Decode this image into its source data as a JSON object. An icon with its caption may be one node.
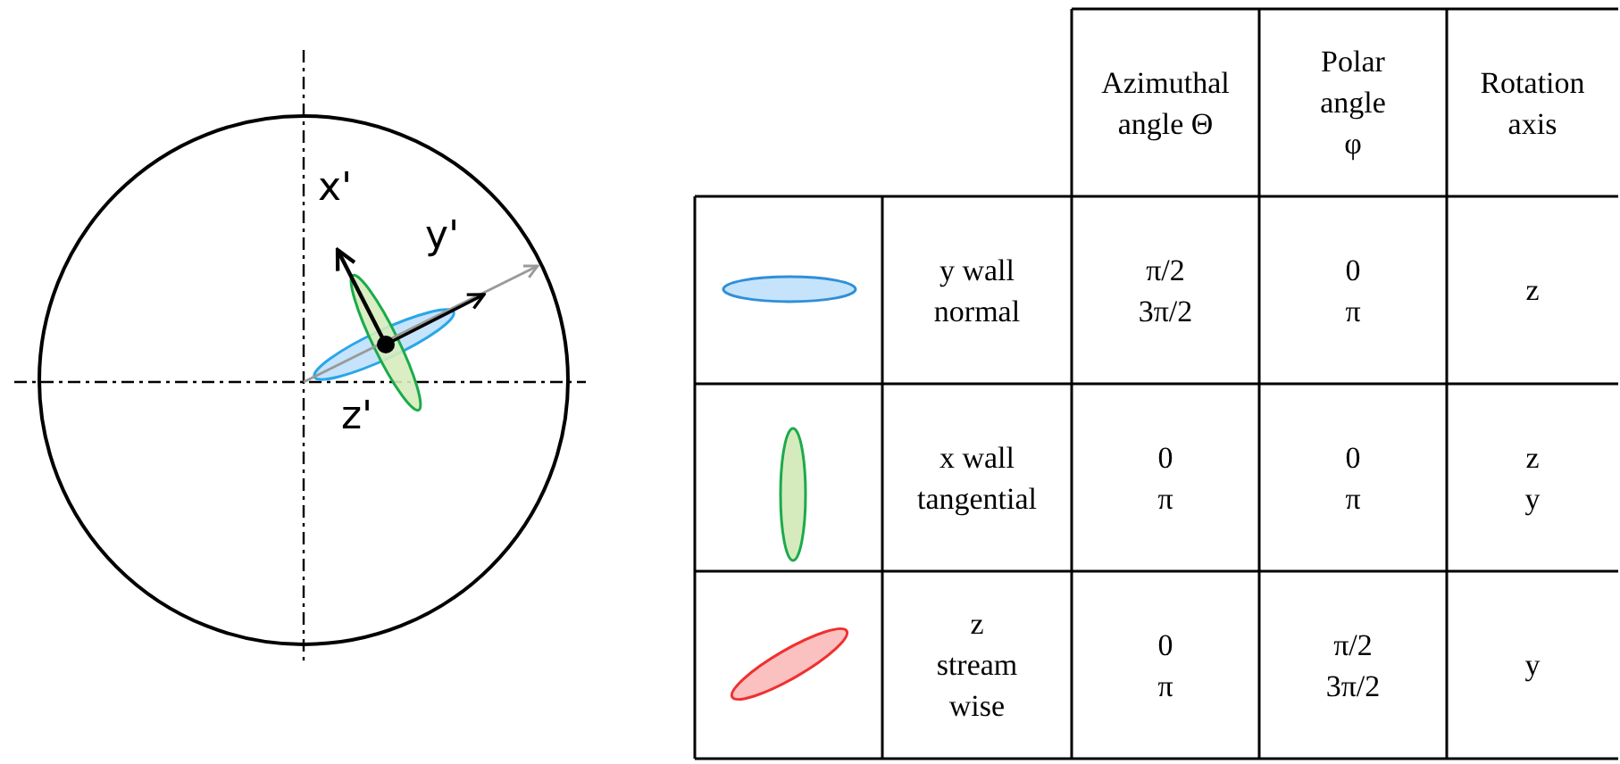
{
  "diagram": {
    "labels": [
      "x'",
      "y'",
      "z'",
      "Azimuthal angle Θ",
      "Polar angle φ",
      "Rotation axis",
      "y wall normal",
      "π/2 3π/2",
      "0 π",
      "z",
      "x wall tangential",
      "0 π",
      "0 π",
      "z y",
      "z stream wise",
      "0 π",
      "π/2 3π/2",
      "y"
    ]
  }
}
